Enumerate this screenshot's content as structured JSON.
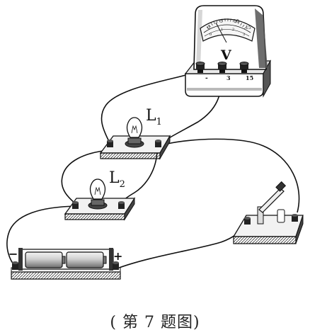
{
  "meter": {
    "symbol": "V",
    "scale_ticks": [
      "0",
      "5",
      "10",
      "15",
      "0",
      "1",
      "2",
      "3"
    ],
    "terminals": [
      "-",
      "3",
      "15"
    ]
  },
  "bulb1": {
    "label": "L",
    "subscript": "1"
  },
  "bulb2": {
    "label": "L",
    "subscript": "2"
  },
  "battery": {
    "minus": "−",
    "plus": "+"
  },
  "caption": "( 第 7 题图)"
}
